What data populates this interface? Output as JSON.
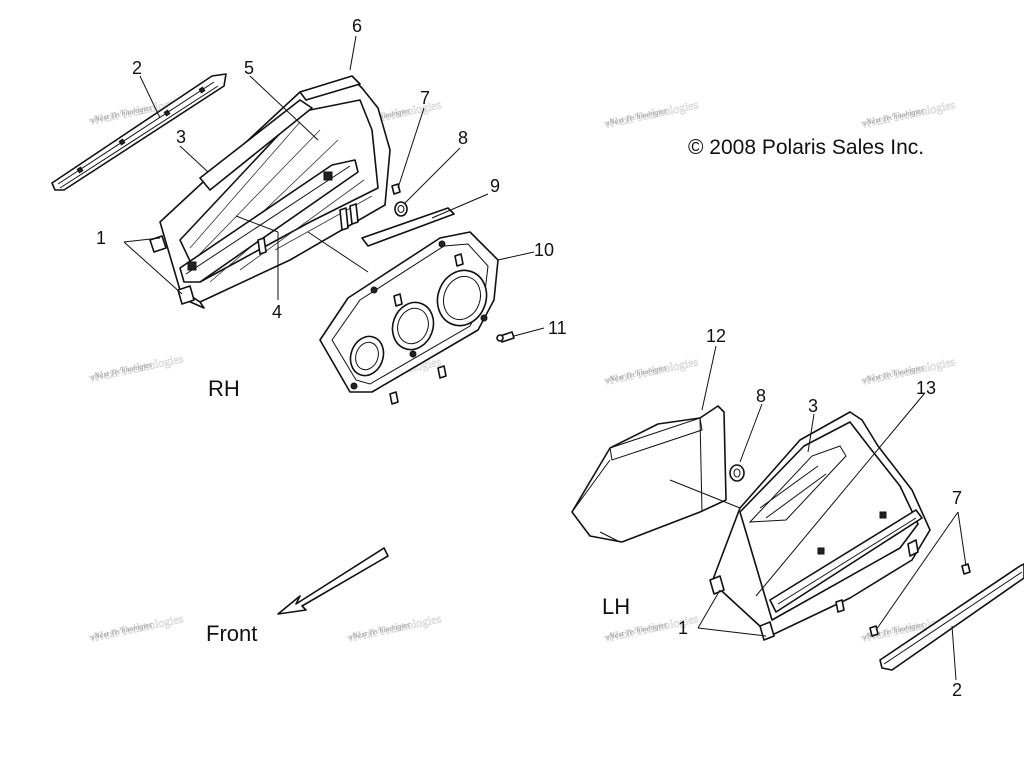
{
  "copyright": "© 2008 Polaris Sales Inc.",
  "labels": {
    "rh": "RH",
    "lh": "LH",
    "front": "Front"
  },
  "watermark": "vNext Technologies",
  "callouts_rh": {
    "c1": "1",
    "c2": "2",
    "c3": "3",
    "c4": "4",
    "c5": "5",
    "c6": "6",
    "c7": "7",
    "c8": "8",
    "c9": "9",
    "c10": "10",
    "c11": "11"
  },
  "callouts_lh": {
    "c12": "12",
    "c8": "8",
    "c3": "3",
    "c13": "13",
    "c7": "7",
    "c1": "1",
    "c2": "2"
  }
}
